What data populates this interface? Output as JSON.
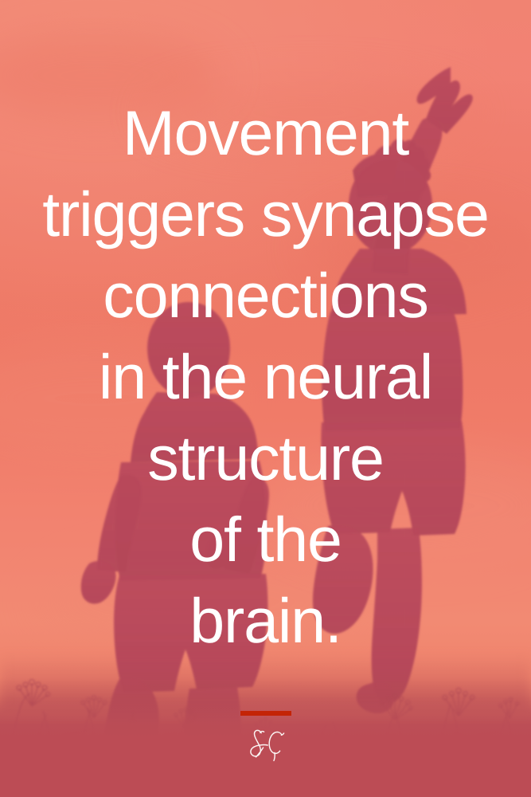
{
  "poster": {
    "quote_lines": [
      "Movement",
      "triggers synapse",
      "connections",
      "in the neural",
      "structure",
      "of the",
      "brain."
    ],
    "quote_full_text": "Movement triggers synapse connections in the neural structure of the brain.",
    "signature": {
      "monogram": "SC",
      "rule_label": "signature-rule"
    },
    "colors": {
      "sky_top": "#F18372",
      "sky_mid": "#EE7865",
      "sky_bottom": "#E2766A",
      "ground_band": "#BC4C55",
      "silhouette": "#B4485A",
      "quote_text": "#FFFFFF",
      "signature_rule": "#C42406",
      "signature_ink": "#FBF4F3"
    },
    "imagery": {
      "subject": "two children jumping in a meadow at sunset, silhouetted",
      "left_child": "child-silhouette-left",
      "right_child": "child-silhouette-right",
      "foreground": "meadow-grass-silhouette"
    }
  }
}
